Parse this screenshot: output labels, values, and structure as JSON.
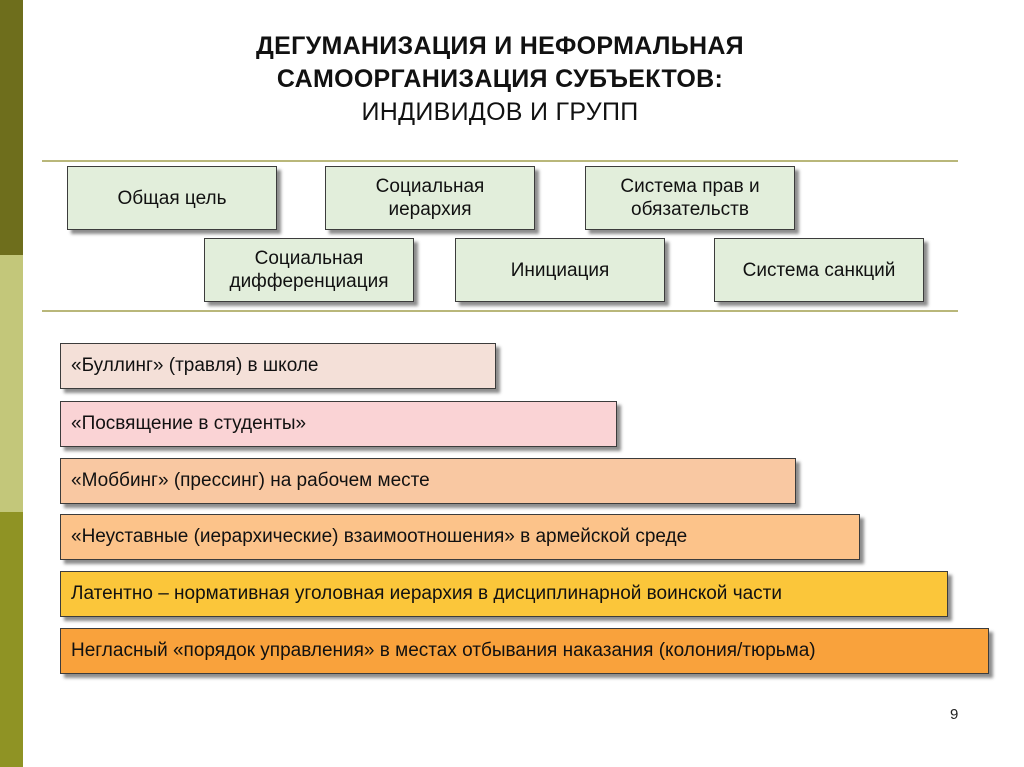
{
  "title": {
    "line1": "ДЕГУМАНИЗАЦИЯ И НЕФОРМАЛЬНАЯ",
    "line2": "САМООРГАНИЗАЦИЯ СУБЪЕКТОВ:",
    "line3": "ИНДИВИДОВ И ГРУПП"
  },
  "features": {
    "row1": [
      {
        "line1": "Общая цель",
        "line2": ""
      },
      {
        "line1": "Социальная",
        "line2": "иерархия"
      },
      {
        "line1": "Система прав и",
        "line2": "обязательств"
      }
    ],
    "row2": [
      {
        "line1": "Социальная",
        "line2": "дифференциация"
      },
      {
        "line1": "Инициация",
        "line2": ""
      },
      {
        "line1": "Система санкций",
        "line2": ""
      }
    ]
  },
  "examples": [
    {
      "text": "«Буллинг» (травля) в школе",
      "color": "#f4e0d8"
    },
    {
      "text": "«Посвящение в студенты»",
      "color": "#fad3d5"
    },
    {
      "text": "«Моббинг» (прессинг) на рабочем месте",
      "color": "#f9c8a2"
    },
    {
      "text": "«Неуставные (иерархические) взаимоотношения» в армейской среде",
      "color": "#fcc38a"
    },
    {
      "text": "Латентно – нормативная уголовная иерархия в дисциплинарной воинской части",
      "color": "#fbc63a"
    },
    {
      "text": "Негласный «порядок управления» в местах отбывания наказания (колония/тюрьма)",
      "color": "#f9a23c"
    }
  ],
  "page_number": "9"
}
